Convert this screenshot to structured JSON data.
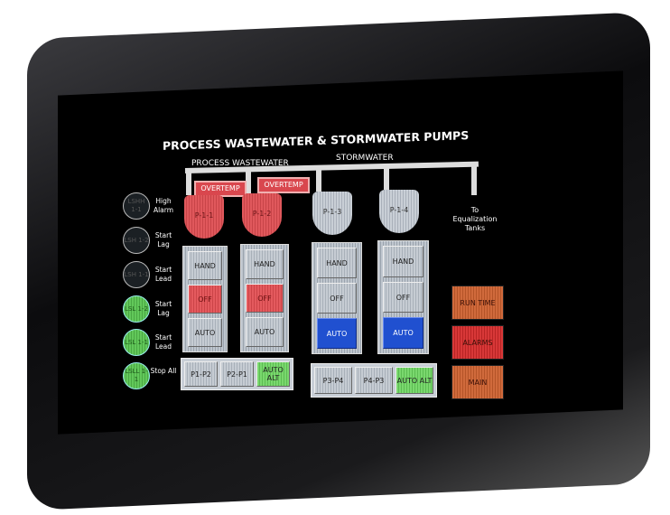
{
  "title": "PROCESS WASTEWATER & STORMWATER PUMPS",
  "sections": {
    "process": "PROCESS WASTEWATER",
    "storm": "STORMWATER"
  },
  "overtemp": [
    "OVERTEMP",
    "OVERTEMP"
  ],
  "pumps": [
    "P-1-1",
    "P-1-2",
    "P-1-3",
    "P-1-4"
  ],
  "destination": [
    "To",
    "Equalization",
    "Tanks"
  ],
  "indicators": [
    {
      "tag": "LSHH 1-1",
      "label": "High Alarm",
      "state": "off"
    },
    {
      "tag": "LSH 1-2",
      "label": "Start Lag",
      "state": "off"
    },
    {
      "tag": "LSH 1-1",
      "label": "Start Lead",
      "state": "off"
    },
    {
      "tag": "LSL 1-2",
      "label": "Start Lag",
      "state": "on"
    },
    {
      "tag": "LSL 1-1",
      "label": "Start Lead",
      "state": "on"
    },
    {
      "tag": "LSLL 1-1",
      "label": "Stop All",
      "state": "on"
    }
  ],
  "hoa": {
    "hand": "HAND",
    "off": "OFF",
    "auto": "AUTO"
  },
  "hoa_selected": [
    "OFF",
    "OFF",
    "AUTO",
    "AUTO"
  ],
  "alt_groups": [
    [
      "P1-P2",
      "P2-P1",
      "AUTO ALT"
    ],
    [
      "P3-P4",
      "P4-P3",
      "AUTO ALT"
    ]
  ],
  "nav": {
    "runtime": "RUN TIME",
    "alarms": "ALARMS",
    "main": "MAIN"
  },
  "colors": {
    "on": "#5cbc52",
    "off_red": "#cc4448",
    "auto_blue": "#2050d0"
  }
}
